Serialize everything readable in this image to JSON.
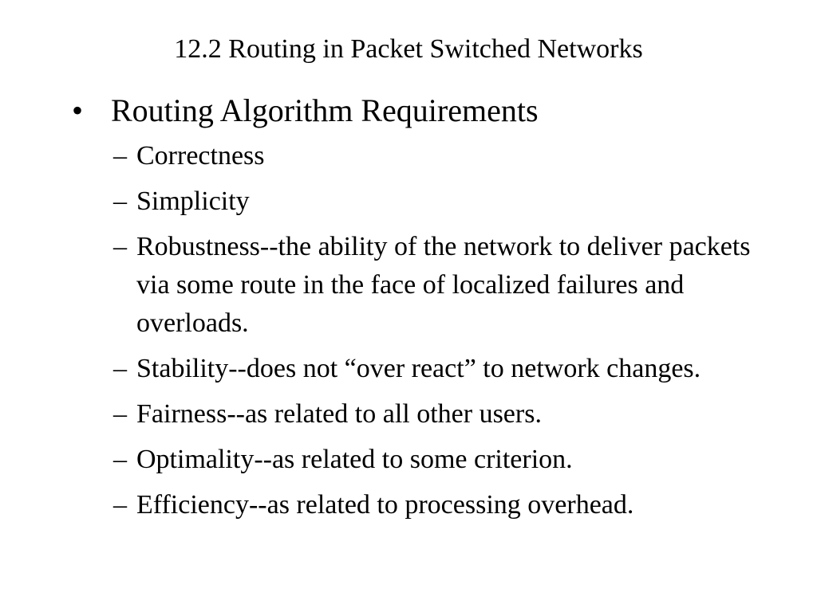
{
  "slide": {
    "title": "12.2 Routing in Packet Switched Networks",
    "main_bullet": {
      "glyph": "•",
      "text": "Routing Algorithm Requirements"
    },
    "sub_dash": "–",
    "items": [
      {
        "text": "Correctness"
      },
      {
        "text": "Simplicity"
      },
      {
        "text": "Robustness--the ability of the network to deliver packets via some route in the face of localized failures and overloads."
      },
      {
        "text": "Stability--does not “over react” to network changes."
      },
      {
        "text": "Fairness--as related to all other users."
      },
      {
        "text": "Optimality--as related to some criterion."
      },
      {
        "text": "Efficiency--as related to processing overhead."
      }
    ]
  }
}
